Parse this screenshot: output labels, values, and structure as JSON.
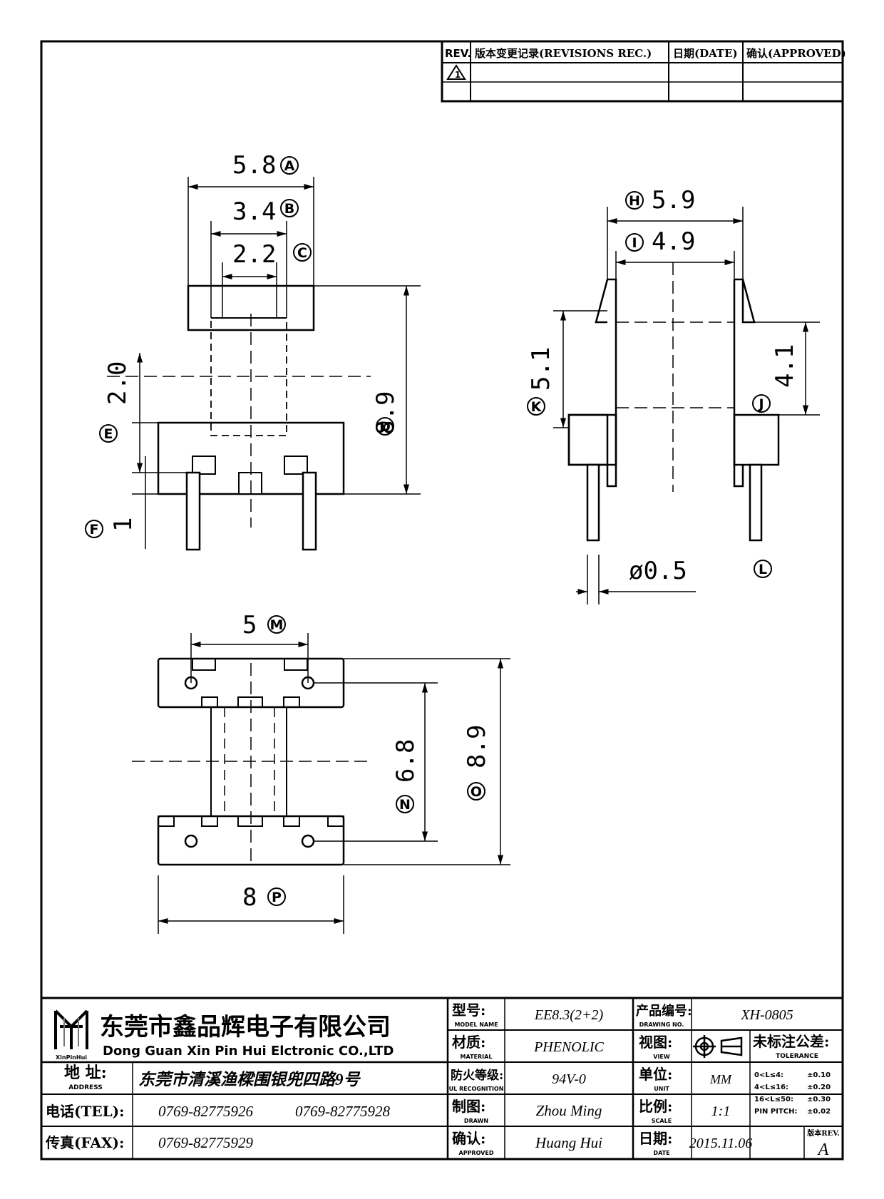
{
  "revisions": {
    "headers": [
      "REV.",
      "版本变更记录(REVISIONS REC.)",
      "日期(DATE)",
      "确认(APPROVED)"
    ],
    "rows": [
      {
        "rev": "1"
      },
      {
        "rev": ""
      }
    ]
  },
  "dimensions": {
    "A": {
      "value": "5.8",
      "label": "A"
    },
    "B": {
      "value": "3.4",
      "label": "B"
    },
    "C": {
      "value": "2.2",
      "label": "C"
    },
    "D": {
      "value": "8.9",
      "label": "D"
    },
    "E": {
      "value": "2.0",
      "label": "E"
    },
    "F": {
      "value": "1",
      "label": "F"
    },
    "H": {
      "value": "5.9",
      "label": "H"
    },
    "I": {
      "value": "4.9",
      "label": "I"
    },
    "K": {
      "value": "5.1",
      "label": "K"
    },
    "J": {
      "value": "4.1",
      "label": "J"
    },
    "L": {
      "value": "ø0.5",
      "label": "L"
    },
    "M": {
      "value": "5",
      "label": "M"
    },
    "N": {
      "value": "6.8",
      "label": "N"
    },
    "O": {
      "value": "8.9",
      "label": "O"
    },
    "P": {
      "value": "8",
      "label": "P"
    }
  },
  "title_block": {
    "company_cn": "东莞市鑫品辉电子有限公司",
    "company_en": "Dong Guan Xin Pin Hui Elctronic CO.,LTD",
    "logo_text": "XinPinHui",
    "address_label": "地 址:",
    "address_label_en": "ADDRESS",
    "address": "东莞市清溪渔樑围银兜四路9号",
    "tel_label": "电话(TEL):",
    "tel1": "0769-82775926",
    "tel2": "0769-82775928",
    "fax_label": "传真(FAX):",
    "fax": "0769-82775929",
    "model_label": "型号:",
    "model_label_en": "MODEL NAME",
    "model": "EE8.3(2+2)",
    "material_label": "材质:",
    "material_label_en": "MATERIAL",
    "material": "PHENOLIC",
    "fire_label": "防火等级:",
    "fire_label_en": "UL RECOGNITION",
    "fire": "94V-0",
    "drawn_label": "制图:",
    "drawn_label_en": "DRAWN",
    "drawn": "Zhou Ming",
    "approved_label": "确认:",
    "approved_label_en": "APPROVED",
    "approved": "Huang Hui",
    "drawing_no_label": "产品编号:",
    "drawing_no_label_en": "DRAWING NO.",
    "drawing_no": "XH-0805",
    "view_label": "视图:",
    "view_label_en": "VIEW",
    "unit_label": "单位:",
    "unit_label_en": "UNIT",
    "unit": "MM",
    "scale_label": "比例:",
    "scale_label_en": "SCALE",
    "scale": "1:1",
    "date_label": "日期:",
    "date_label_en": "DATE",
    "date": "2015.11.06",
    "tolerance_label": "未标注公差:",
    "tolerance_label_en": "TOLERANCE",
    "tolerances": [
      {
        "range": "0<L≤4:",
        "value": "±0.10"
      },
      {
        "range": "4<L≤16:",
        "value": "±0.20"
      },
      {
        "range": "16<L≤50:",
        "value": "±0.30"
      },
      {
        "range": "PIN PITCH:",
        "value": "±0.02"
      }
    ],
    "version_label": "版本REV.",
    "version": "A"
  }
}
